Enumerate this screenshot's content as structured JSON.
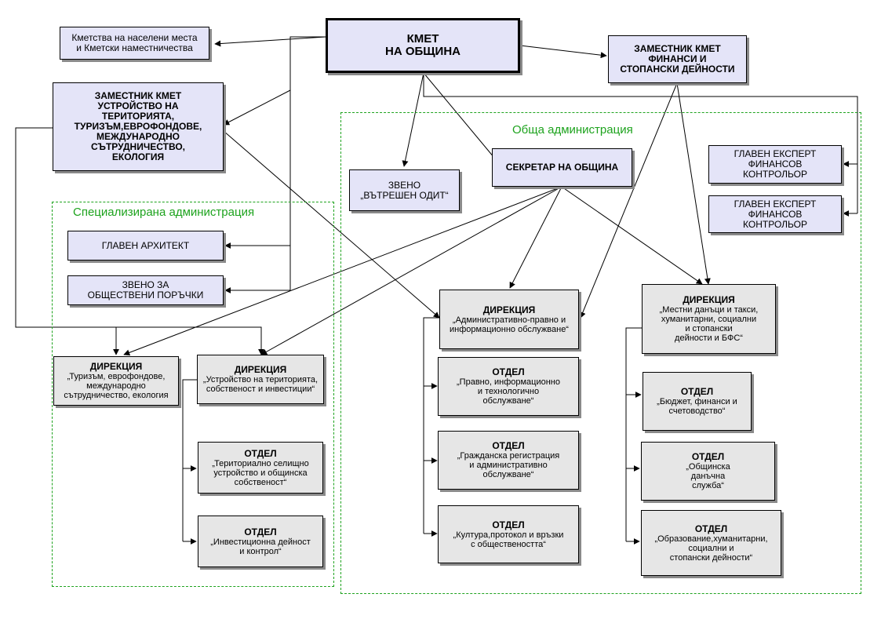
{
  "regions": {
    "general": "Обща администрация",
    "specialized": "Специализирана администрация"
  },
  "boxes": {
    "mayor": "КМЕТ\nНА ОБЩИНА",
    "mayoralties": "Кметства на населени места\nи Кметски наместничества",
    "deputy_finance": "ЗАМЕСТНИК КМЕТ\nФИНАНСИ И\nСТОПАНСКИ ДЕЙНОСТИ",
    "deputy_territory": "ЗАМЕСТНИК КМЕТ\nУСТРОЙСТВО НА\nТЕРИТОРИЯТА,\nТУРИЗЪМ,ЕВРОФОНДОВЕ,\nМЕЖДУНАРОДНО\nСЪТРУДНИЧЕСТВО,\nЕКОЛОГИЯ",
    "internal_audit": "ЗВЕНО\n„ВЪТРЕШЕН ОДИТ“",
    "secretary": "СЕКРЕТАР НА ОБЩИНА",
    "fin_controller_1": "ГЛАВЕН ЕКСПЕРТ\nФИНАНСОВ\nКОНТРОЛЬОР",
    "fin_controller_2": "ГЛАВЕН ЕКСПЕРТ\nФИНАНСОВ\nКОНТРОЛЬОР",
    "chief_architect": "ГЛАВЕН АРХИТЕКТ",
    "procurement": "ЗВЕНО ЗА\nОБЩЕСТВЕНИ ПОРЪЧКИ",
    "dir_admin": {
      "title": "ДИРЕКЦИЯ",
      "text": "„Административно-правно и\nинформационно обслужване“"
    },
    "dir_taxes": {
      "title": "ДИРЕКЦИЯ",
      "text": "„Местни данъци и такси,\nхуманитарни, социални\nи стопански\nдейности и БФС“"
    },
    "dir_tourism": {
      "title": "ДИРЕКЦИЯ",
      "text": "„Туризъм, еврофондове,\nмеждународно\nсътрудничество, екология"
    },
    "dir_territory": {
      "title": "ДИРЕКЦИЯ",
      "text": "„Устройство на територията,\nсобственост и инвестиции“"
    },
    "dept_legal": {
      "title": "ОТДЕЛ",
      "text": "„Правно, информационно\nи технологично\nобслужване“"
    },
    "dept_civil": {
      "title": "ОТДЕЛ",
      "text": "„Гражданска регистрация\nи административно\nобслужване“"
    },
    "dept_culture": {
      "title": "ОТДЕЛ",
      "text": "„Култура,протокол и връзки\nс обществеността“"
    },
    "dept_budget": {
      "title": "ОТДЕЛ",
      "text": "„Бюджет, финанси и\nсчетоводство“"
    },
    "dept_tax_service": {
      "title": "ОТДЕЛ",
      "text": "„Общинска\nданъчна\nслужба“"
    },
    "dept_education": {
      "title": "ОТДЕЛ",
      "text": "„Образование,хуманитарни,\nсоциални и\nстопански дейности“"
    },
    "dept_planning": {
      "title": "ОТДЕЛ",
      "text": "„Териториално селищно\nустройство и общинска\nсобственост“"
    },
    "dept_investment": {
      "title": "ОТДЕЛ",
      "text": "„Инвестиционна дейност\nи контрол“"
    }
  }
}
